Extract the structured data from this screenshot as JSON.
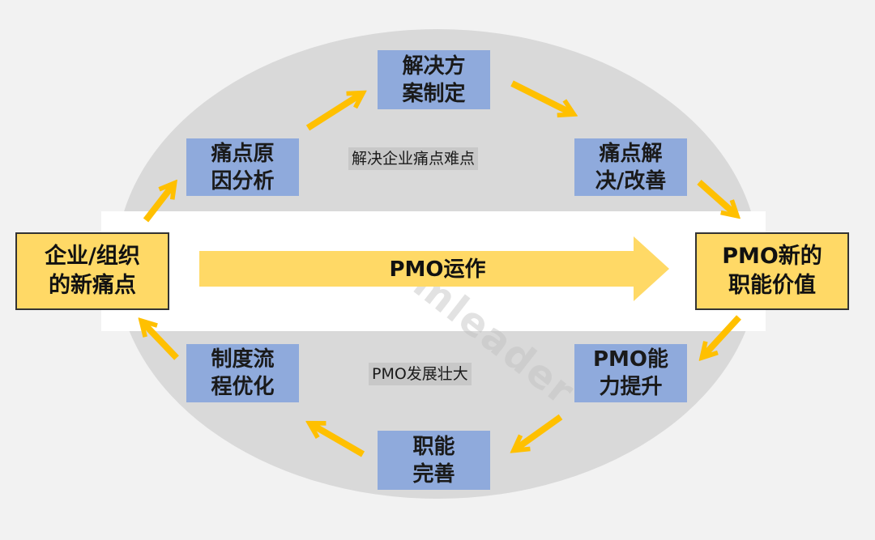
{
  "diagram": {
    "nodes": {
      "pain_root_cause": "痛点原\n因分析",
      "solution_design": "解决方\n案制定",
      "pain_resolve": "痛点解\n决/改善",
      "capability_up": "PMO能\n力提升",
      "function_complete": "职能\n完善",
      "process_optimize": "制度流\n程优化",
      "start": "企业/组织\n的新痛点",
      "end": "PMO新的\n职能价值"
    },
    "center_label": "PMO运作",
    "top_label": "解决企业痛点难点",
    "bottom_label": "PMO发展壮大",
    "watermark": "Pmleader"
  },
  "colors": {
    "background": "#f2f2f2",
    "ellipse": "#d9d9d9",
    "node_blue": "#8faadc",
    "node_yellow": "#ffd966",
    "arrow": "#ffc000"
  }
}
